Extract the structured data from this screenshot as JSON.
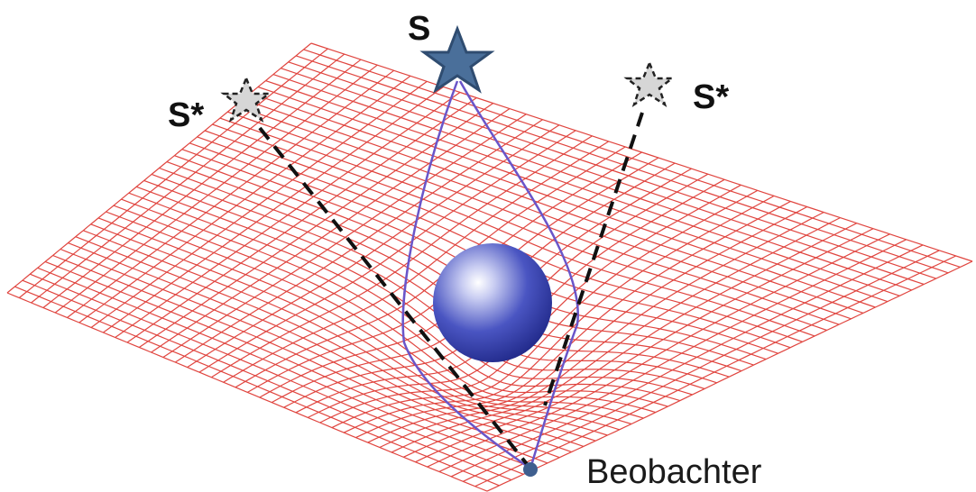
{
  "labels": {
    "source": "S",
    "image_left": "S*",
    "image_right": "S*",
    "observer": "Beobachter"
  },
  "colors": {
    "grid": "#e0453f",
    "light_path": "#6a55c9",
    "sight_line": "#111111",
    "source_star_fill": "#4a6f9a",
    "source_star_stroke": "#2f4c70",
    "image_star_fill": "#d6d6d6",
    "sphere": "#3a46b0",
    "observer_dot": "#3f5f8f"
  },
  "icons": {
    "source": "star-icon",
    "images": "dashed-star-icon",
    "mass": "sphere",
    "observer": "dot"
  }
}
